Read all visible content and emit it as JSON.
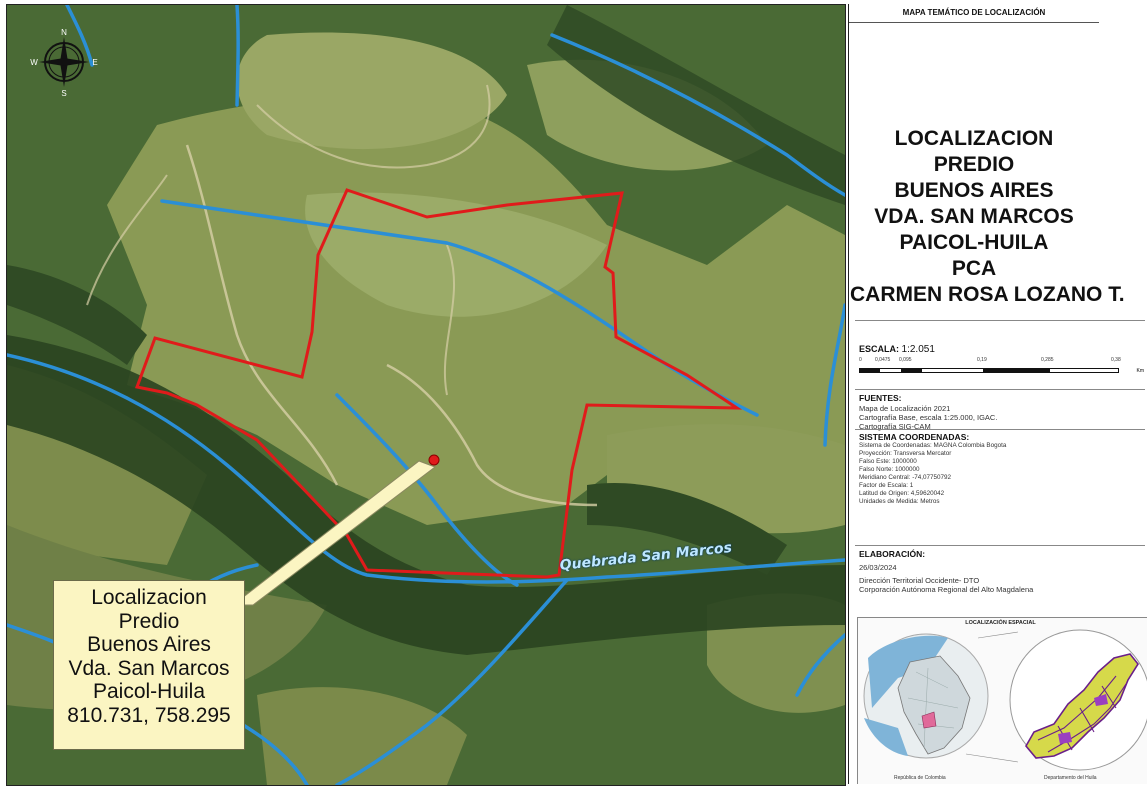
{
  "map": {
    "callout_lines": [
      "Localizacion",
      "Predio",
      "Buenos Aires",
      "Vda. San Marcos",
      "Paicol-Huila",
      "810.731, 758.295"
    ],
    "stream_label": "Quebrada San Marcos",
    "compass": {
      "n": "N",
      "e": "E",
      "w": "W",
      "s": "S"
    },
    "colors": {
      "parcel_boundary": "#e01b1b",
      "streams": "#2b8fd6",
      "callout_fill": "#fbf5c2",
      "vegetation": "#3f5a2c"
    }
  },
  "panel": {
    "header": "MAPA TEMÁTICO DE LOCALIZACIÓN",
    "title_lines": [
      "LOCALIZACION",
      "PREDIO",
      "BUENOS AIRES",
      "VDA. SAN MARCOS",
      "PAICOL-HUILA",
      "PCA",
      "CARMEN ROSA LOZANO T."
    ],
    "scale": {
      "label": "ESCALA:",
      "value": "1:2.051",
      "ticks": [
        "0",
        "0,0475",
        "0,095",
        "0,19",
        "0,285",
        "0,38"
      ],
      "unit": "Km"
    },
    "sources": {
      "heading": "FUENTES:",
      "lines": [
        "Mapa de Localización 2021",
        "Cartografía Base, escala 1:25.000, IGAC.",
        "Cartografía SIG-CAM"
      ]
    },
    "coordinate_system": {
      "heading": "SISTEMA COORDENADAS:",
      "lines": [
        "Sistema de Coordenadas: MAGNA Colombia Bogota",
        "Proyección: Transversa Mercator",
        "Falso Este: 1000000",
        "Falso Norte: 1000000",
        "Meridiano Central: -74,07750792",
        "Factor de Escala: 1",
        "Latitud de Origen: 4,59620042",
        "Unidades de Medida: Metros"
      ]
    },
    "elaboration": {
      "heading": "ELABORACIÓN:",
      "lines": [
        "26/03/2024",
        "Dirección Territorial Occidente- DTO",
        "Corporación Autónoma Regional del Alto Magdalena"
      ]
    },
    "spatial_location": {
      "heading": "LOCALIZACIÓN ESPACIAL",
      "caption_left": "República de Colombia",
      "caption_right": "Departamento del Huila"
    }
  }
}
